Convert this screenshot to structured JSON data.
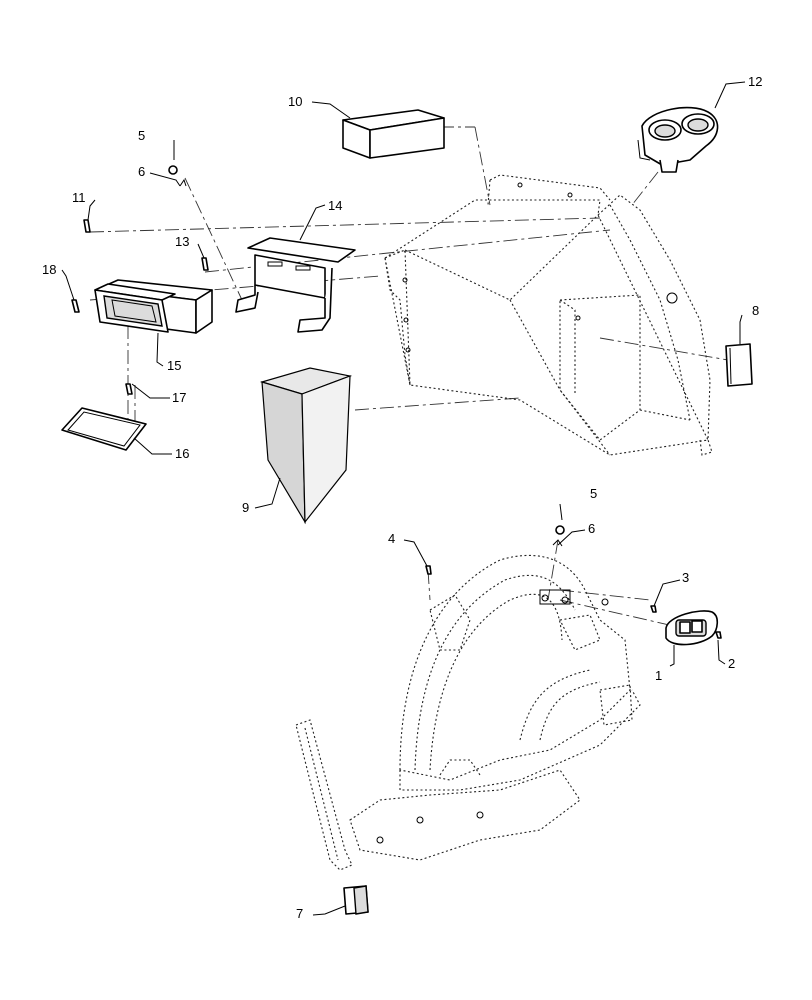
{
  "callouts": {
    "c1": "1",
    "c2": "2",
    "c3": "3",
    "c4": "4",
    "c5a": "5",
    "c5b": "5",
    "c6a": "6",
    "c6b": "6",
    "c7": "7",
    "c8": "8",
    "c9": "9",
    "c10": "10",
    "c11": "11",
    "c12": "12",
    "c13": "13",
    "c14": "14",
    "c15": "15",
    "c16": "16",
    "c17": "17",
    "c18": "18"
  },
  "colors": {
    "line": "#000000",
    "fill": "#ffffff",
    "shade": "#dcdcdc"
  }
}
